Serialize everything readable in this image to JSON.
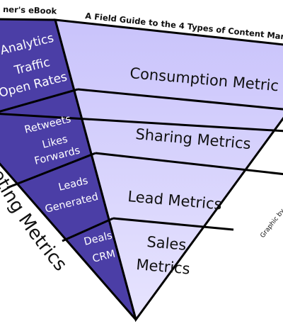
{
  "header": {
    "ebook_label": "ner's eBook",
    "subtitle": "A Field Guide to the 4 Types of Content Mar"
  },
  "side_credit": "Graphic by",
  "arc_label": "rketing Metrics",
  "levels": [
    {
      "metric_lines": [
        "Consumption Metric"
      ],
      "examples": [
        "Analytics",
        "Traffic",
        "Open Rates"
      ]
    },
    {
      "metric_lines": [
        "Sharing Metrics"
      ],
      "examples": [
        "Retweets",
        "Likes",
        "Forwards"
      ]
    },
    {
      "metric_lines": [
        "Lead Metrics"
      ],
      "examples": [
        "Leads",
        "Generated"
      ]
    },
    {
      "metric_lines": [
        "Sales",
        "Metrics"
      ],
      "examples": [
        "Deals",
        "CRM"
      ]
    }
  ],
  "colors": {
    "dark_fill": "#4b3ea6",
    "light_fill_top": "#c9c3fb",
    "light_fill_bottom": "#e7e4fe",
    "stroke": "#000000"
  }
}
